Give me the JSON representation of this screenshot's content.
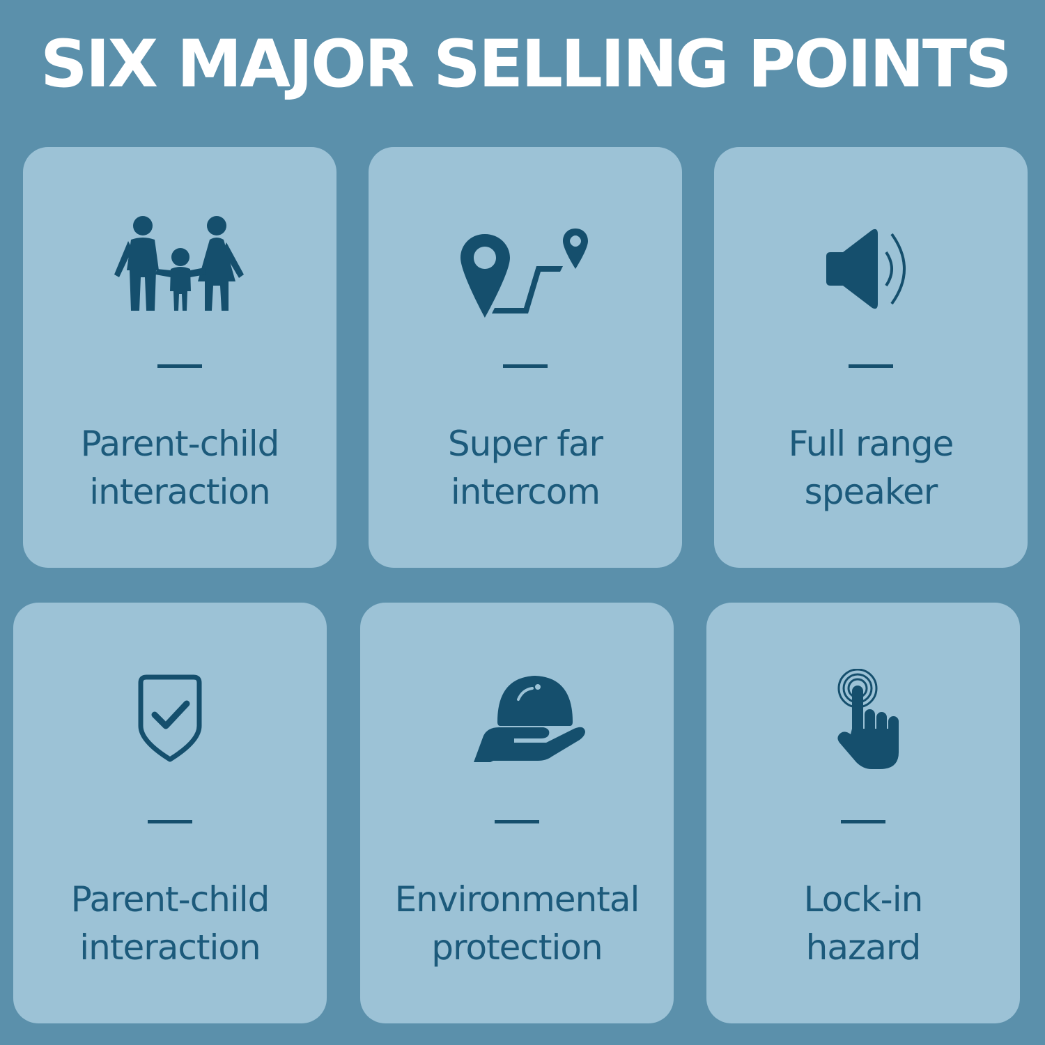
{
  "title": "SIX MAJOR SELLING POINTS",
  "colors": {
    "background": "#5b90ab",
    "card": "#9cc2d6",
    "icon": "#154f6d",
    "text": "#1c5a7b"
  },
  "cards": [
    {
      "icon": "family-icon",
      "line1": "Parent-child",
      "line2": "interaction"
    },
    {
      "icon": "location-route-icon",
      "line1": "Super far",
      "line2": "intercom"
    },
    {
      "icon": "speaker-icon",
      "line1": "Full range",
      "line2": "speaker"
    },
    {
      "icon": "shield-check-icon",
      "line1": "Parent-child",
      "line2": "interaction"
    },
    {
      "icon": "hand-globe-icon",
      "line1": "Environmental",
      "line2": "protection"
    },
    {
      "icon": "touch-finger-icon",
      "line1": "Lock-in",
      "line2": "hazard"
    }
  ]
}
